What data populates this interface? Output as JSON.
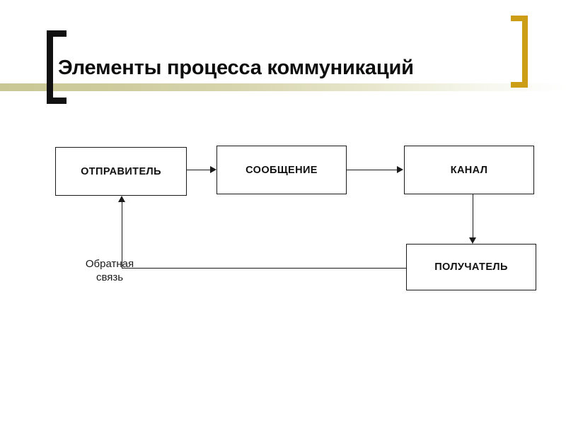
{
  "slide": {
    "title": "Элементы процесса коммуникаций",
    "background_color": "#ffffff"
  },
  "decor": {
    "bracket_left_color": "#111111",
    "bracket_right_color": "#cb9e15",
    "band_color_start": "#c9c894",
    "band_color_end": "#ffffff"
  },
  "diagram": {
    "type": "flow",
    "nodes": [
      {
        "id": "sender",
        "label": "ОТПРАВИТЕЛЬ"
      },
      {
        "id": "message",
        "label": "СООБЩЕНИЕ"
      },
      {
        "id": "channel",
        "label": "КАНАЛ"
      },
      {
        "id": "receiver",
        "label": "ПОЛУЧАТЕЛЬ"
      }
    ],
    "edges": [
      {
        "from": "sender",
        "to": "message",
        "label": ""
      },
      {
        "from": "message",
        "to": "channel",
        "label": ""
      },
      {
        "from": "channel",
        "to": "receiver",
        "label": ""
      },
      {
        "from": "receiver",
        "to": "sender",
        "label": "Обратная связь"
      }
    ],
    "feedback_label": {
      "line1": "Обратная",
      "line2": "связь"
    },
    "line_color": "#1a1a1a"
  }
}
